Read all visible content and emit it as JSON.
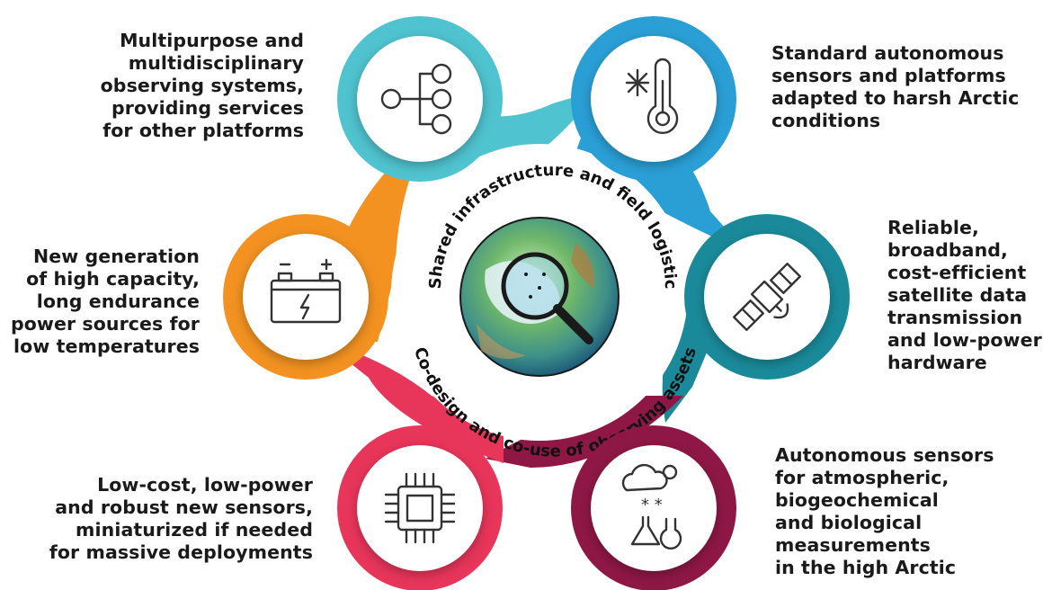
{
  "center": {
    "top_arc_text": "Shared infrastructure and field logistic",
    "bottom_arc_text": "Co-design and co-use of observing assets"
  },
  "nodes": [
    {
      "id": "multipurpose",
      "icon": "network-tree-icon",
      "color": "#4fc3cf",
      "lines": [
        "Multipurpose and",
        "multidisciplinary",
        "observing systems,",
        "providing services",
        "for other platforms"
      ]
    },
    {
      "id": "standard-sensors",
      "icon": "thermometer-snowflake-icon",
      "color": "#2a9fd6",
      "lines": [
        "Standard autonomous",
        "sensors and platforms",
        "adapted to harsh Arctic",
        "conditions"
      ]
    },
    {
      "id": "satellite",
      "icon": "satellite-icon",
      "color": "#1a8a9a",
      "lines": [
        "Reliable,",
        "broadband,",
        "cost-efficient",
        "satellite data",
        "transmission",
        "and low-power",
        "hardware"
      ]
    },
    {
      "id": "atmospheric",
      "icon": "weather-lab-icon",
      "color": "#8e1745",
      "lines": [
        "Autonomous sensors",
        "for atmospheric,",
        "biogeochemical",
        "and biological",
        "measurements",
        "in the high Arctic"
      ]
    },
    {
      "id": "low-cost",
      "icon": "microchip-icon",
      "color": "#e8355a",
      "lines": [
        "Low-cost, low-power",
        "and robust new sensors,",
        "miniaturized if needed",
        "for massive deployments"
      ]
    },
    {
      "id": "power",
      "icon": "battery-icon",
      "color": "#f39221",
      "lines": [
        "New generation",
        "of high capacity,",
        "long endurance",
        "power sources for",
        "low temperatures"
      ]
    }
  ]
}
